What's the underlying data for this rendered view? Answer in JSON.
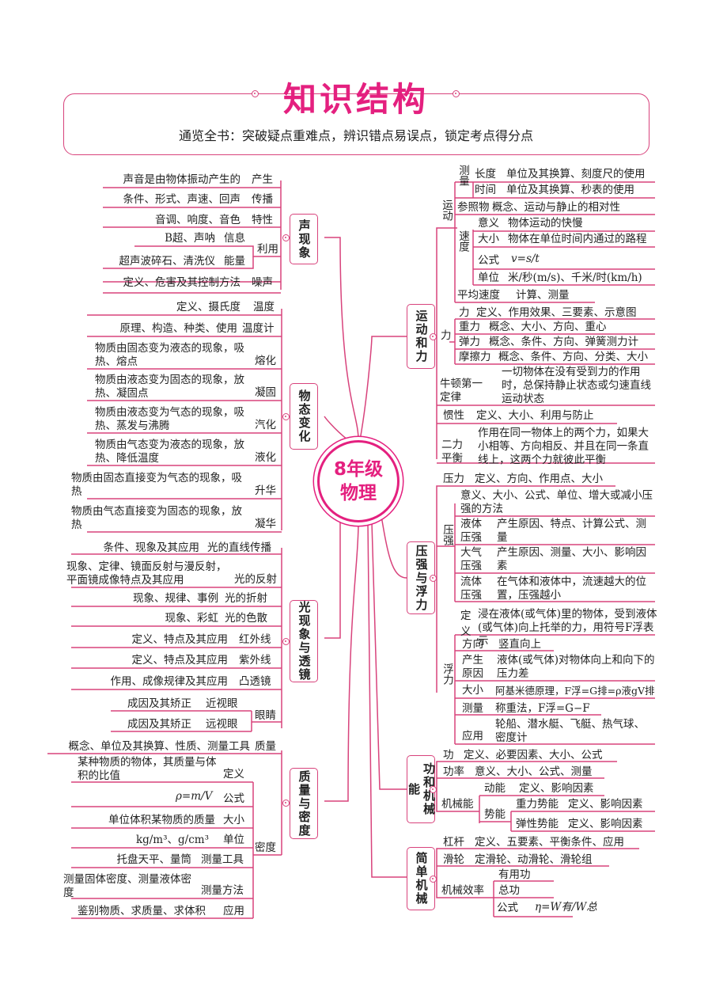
{
  "title": "知识结构",
  "subtitle": "通览全书：突破疑点重难点，辨识错点易误点，锁定考点得分点",
  "center": {
    "line1": "8年级",
    "line2": "物理"
  },
  "left": {
    "sound": {
      "label": "声现象",
      "items": [
        {
          "text": "声音是由物体振动产生的",
          "tag": "产生"
        },
        {
          "text": "条件、形式、声速、回声",
          "tag": "传播"
        },
        {
          "text": "音调、响度、音色",
          "tag": "特性"
        },
        {
          "text": "B超、声呐",
          "tag": "信息"
        },
        {
          "text": "超声波碎石、清洗仪",
          "tag": "能量"
        },
        {
          "use": "利用"
        },
        {
          "text": "定义、危害及其控制方法",
          "tag": "噪声"
        }
      ]
    },
    "state": {
      "label": "物态变化",
      "items": [
        {
          "text": "定义、摄氏度",
          "tag": "温度"
        },
        {
          "text": "原理、构造、种类、使用",
          "tag": "温度计"
        },
        {
          "text": "物质由固态变为液态的现象，吸热、熔点",
          "tag": "熔化"
        },
        {
          "text": "物质由液态变为固态的现象，放热、凝固点",
          "tag": "凝固"
        },
        {
          "text": "物质由液态变为气态的现象，吸热、蒸发与沸腾",
          "tag": "汽化"
        },
        {
          "text": "物质由气态变为液态的现象，放热、降低温度",
          "tag": "液化"
        },
        {
          "text": "物质由固态直接变为气态的现象，吸热",
          "tag": "升华"
        },
        {
          "text": "物质由气态直接变为固态的现象，放热",
          "tag": "凝华"
        }
      ]
    },
    "light": {
      "label": "光现象与透镜",
      "items": [
        {
          "text": "条件、现象及其应用",
          "tag": "光的直线传播"
        },
        {
          "text": "现象、定律、镜面反射与漫反射，平面镜成像特点及其应用",
          "tag": "光的反射"
        },
        {
          "text": "现象、规律、事例",
          "tag": "光的折射"
        },
        {
          "text": "现象、彩虹",
          "tag": "光的色散"
        },
        {
          "text": "定义、特点及其应用",
          "tag": "红外线"
        },
        {
          "text": "定义、特点及其应用",
          "tag": "紫外线"
        },
        {
          "text": "作用、成像规律及其应用",
          "tag": "凸透镜"
        },
        {
          "text": "成因及其矫正",
          "tag": "近视眼"
        },
        {
          "text": "成因及其矫正",
          "tag": "远视眼"
        },
        {
          "eye": "眼睛"
        }
      ]
    },
    "mass": {
      "label": "质量与密度",
      "items": [
        {
          "text": "概念、单位及其换算、性质、测量工具",
          "tag": "质量"
        },
        {
          "text": "某种物质的物体，其质量与体积的比值",
          "tag": "定义"
        },
        {
          "formula": "ρ=m/V",
          "tag": "公式"
        },
        {
          "text": "单位体积某物质的质量",
          "tag": "大小"
        },
        {
          "text": "kg/m³、g/cm³",
          "tag": "单位"
        },
        {
          "text": "托盘天平、量筒",
          "tag": "测量工具"
        },
        {
          "text": "测量固体密度、测量液体密度",
          "tag": "测量方法"
        },
        {
          "text": "鉴别物质、求质量、求体积",
          "tag": "应用"
        },
        {
          "density": "密度"
        }
      ]
    }
  },
  "right": {
    "motion": {
      "label": "运动和力",
      "yundong": "运动",
      "celiang": "测量",
      "items": [
        {
          "tag": "长度",
          "text": "单位及其换算、刻度尺的使用"
        },
        {
          "tag": "时间",
          "text": "单位及其换算、秒表的使用"
        },
        {
          "tag": "参照物",
          "text": "概念、运动与静止的相对性"
        },
        {
          "tag": "意义",
          "text": "物体运动的快慢"
        },
        {
          "tag": "大小",
          "text": "物体在单位时间内通过的路程"
        },
        {
          "tag": "公式",
          "text": "v=s/t"
        },
        {
          "tag": "单位",
          "text": "米/秒(m/s)、千米/时(km/h)"
        },
        {
          "tag": "平均速度",
          "text": "计算、测量"
        },
        {
          "tag": "力",
          "text": "定义、作用效果、三要素、示意图"
        },
        {
          "tag": "重力",
          "text": "概念、大小、方向、重心"
        },
        {
          "tag": "弹力",
          "text": "概念、条件、方向、弹簧测力计"
        },
        {
          "tag": "摩擦力",
          "text": "概念、条件、方向、分类、大小"
        },
        {
          "tag": "牛顿第一定律",
          "text": "一切物体在没有受到力的作用时，总保持静止状态或匀速直线运动状态"
        },
        {
          "tag": "惯性",
          "text": "定义、大小、利用与防止"
        },
        {
          "tag": "二力平衡",
          "text": "作用在同一物体上的两个力，如果大小相等、方向相反、并且在同一条直线上，这两个力就彼此平衡"
        }
      ],
      "sudu": "速度",
      "li": "力"
    },
    "pressure": {
      "label": "压强与浮力",
      "items": [
        {
          "tag": "压力",
          "text": "定义、方向、作用点、大小"
        },
        {
          "tag": "",
          "text": "意义、大小、公式、单位、增大或减小压强的方法"
        },
        {
          "tag": "液体压强",
          "text": "产生原因、特点、计算公式、测量"
        },
        {
          "tag": "大气压强",
          "text": "产生原因、测量、大小、影响因素"
        },
        {
          "tag": "流体压强",
          "text": "在气体和液体中，流速越大的位置，压强越小"
        },
        {
          "tag": "定义",
          "text": "浸在液体(或气体)里的物体，受到液体(或气体)向上托举的力，用符号F浮表示"
        },
        {
          "tag": "方向",
          "text": "竖直向上"
        },
        {
          "tag": "产生原因",
          "text": "液体(或气体)对物体向上和向下的压力差"
        },
        {
          "tag": "大小",
          "text": "阿基米德原理，F浮=G排=ρ液gV排"
        },
        {
          "tag": "测量",
          "text": "称重法，F浮=G−F"
        },
        {
          "tag": "应用",
          "text": "轮船、潜水艇、飞艇、热气球、密度计"
        }
      ],
      "yaqiang": "压强",
      "fuli": "浮力"
    },
    "work": {
      "label": "功和机械能",
      "items": [
        {
          "tag": "功",
          "text": "定义、必要因素、大小、公式"
        },
        {
          "tag": "功率",
          "text": "意义、大小、公式、测量"
        },
        {
          "tag": "动能",
          "text": "定义、影响因素"
        },
        {
          "tag": "重力势能",
          "text": "定义、影响因素"
        },
        {
          "tag": "弹性势能",
          "text": "定义、影响因素"
        }
      ],
      "jixieneng": "机械能",
      "shineng": "势能"
    },
    "machine": {
      "label": "简单机械",
      "items": [
        {
          "tag": "杠杆",
          "text": "定义、五要素、平衡条件、应用"
        },
        {
          "tag": "滑轮",
          "text": "定滑轮、动滑轮、滑轮组"
        },
        {
          "tag": "有用功",
          "text": ""
        },
        {
          "tag": "总功",
          "text": ""
        },
        {
          "tag": "公式",
          "text": "η=W有/W总"
        }
      ],
      "xiaolv": "机械效率"
    }
  },
  "colors": {
    "accent": "#e4207f",
    "line": "#d8437c"
  }
}
